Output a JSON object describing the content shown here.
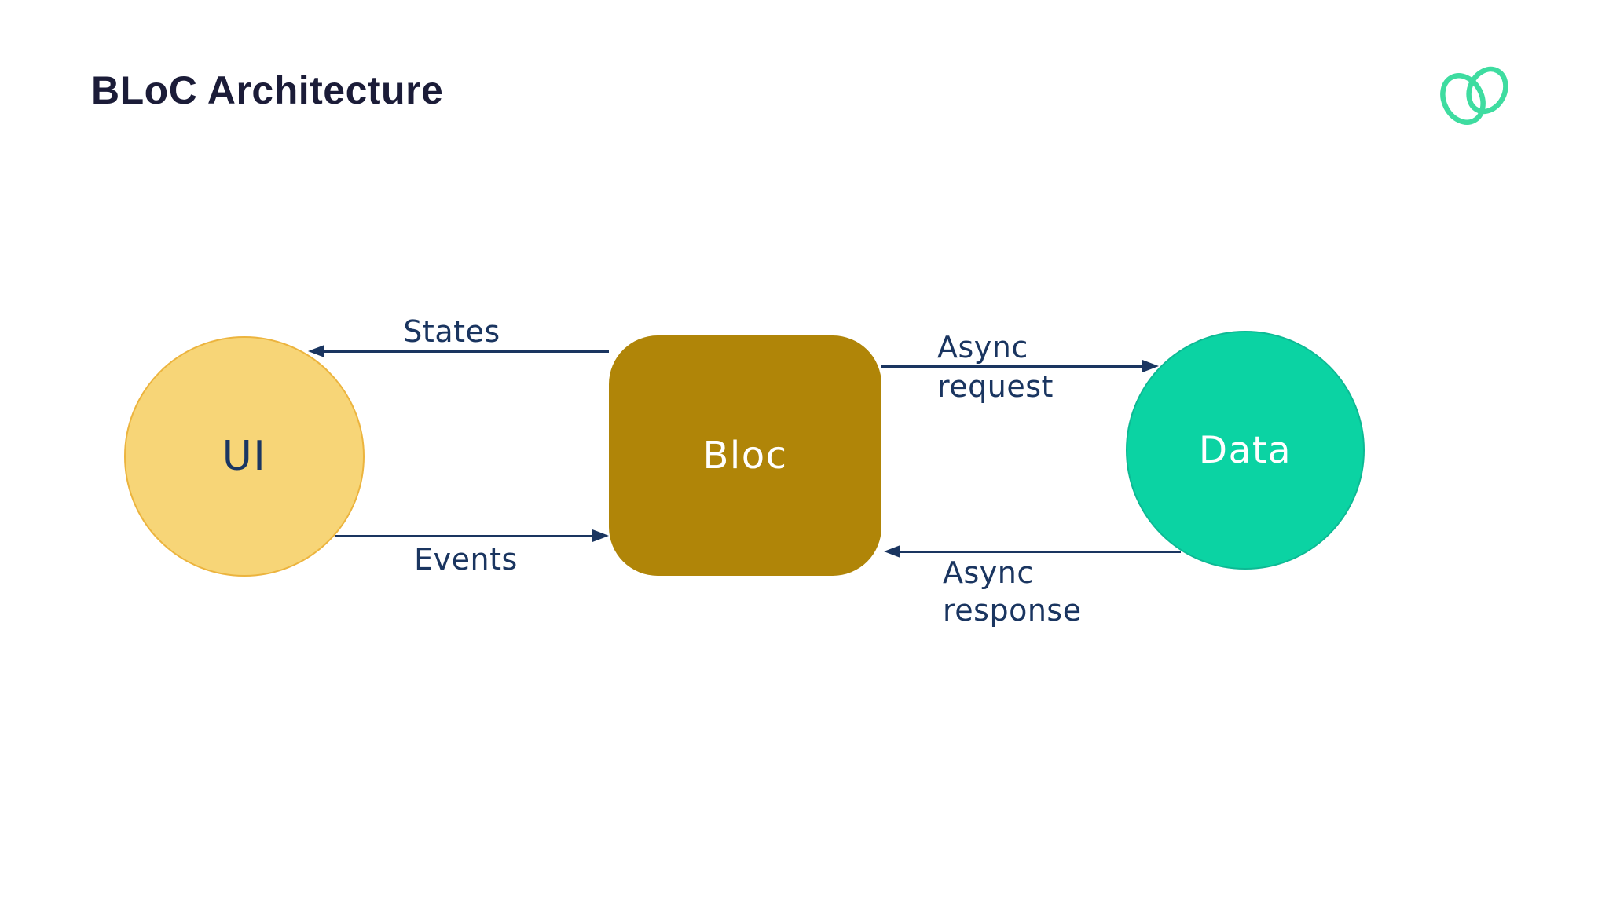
{
  "page": {
    "title": "BLoC Architecture"
  },
  "header": {
    "logo_icon": "double-loop-logo",
    "logo_color": "#3edca0"
  },
  "colors": {
    "background": "#ffffff",
    "title_text": "#1b1c38",
    "diagram_ink": "#1a3560",
    "ui_fill": "#f7d577",
    "ui_border": "#ecb43e",
    "ui_text": "#1a3663",
    "bloc_fill": "#b08508",
    "data_fill": "#0bd3a3",
    "data_border": "#0db994",
    "node_text_light": "#ffffff"
  },
  "diagram": {
    "nodes": [
      {
        "id": "ui",
        "label": "UI",
        "shape": "circle"
      },
      {
        "id": "bloc",
        "label": "Bloc",
        "shape": "rounded-rect"
      },
      {
        "id": "data",
        "label": "Data",
        "shape": "circle"
      }
    ],
    "arrows": [
      {
        "id": "states",
        "from": "bloc",
        "to": "ui",
        "lines": [
          "States"
        ]
      },
      {
        "id": "events",
        "from": "ui",
        "to": "bloc",
        "lines": [
          "Events"
        ]
      },
      {
        "id": "async-request",
        "from": "bloc",
        "to": "data",
        "lines": [
          "Async",
          "request"
        ]
      },
      {
        "id": "async-response",
        "from": "data",
        "to": "bloc",
        "lines": [
          "Async",
          "response"
        ]
      }
    ]
  }
}
